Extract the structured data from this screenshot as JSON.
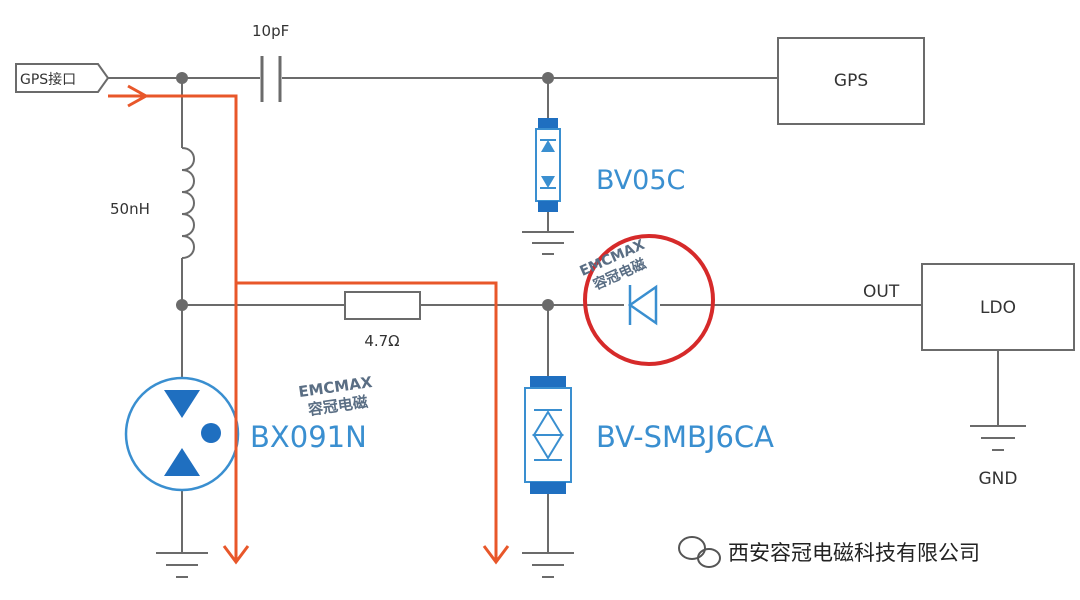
{
  "labels": {
    "gps_port": "GPS接口",
    "cap": "10pF",
    "gps_block": "GPS",
    "tvs1": "BV05C",
    "inductor": "50nH",
    "resistor": "4.7Ω",
    "out": "OUT",
    "ldo_block": "LDO",
    "gdt": "BX091N",
    "tvs2": "BV-SMBJ6CA",
    "gnd": "GND"
  },
  "watermarks": [
    {
      "line1": "EMCMAX",
      "line2": "容冠电磁"
    },
    {
      "line1": "EMCMAX",
      "line2": "容冠电磁"
    }
  ],
  "footer": {
    "company": "西安容冠电磁科技有限公司",
    "icon": "wechat-icon"
  },
  "colors": {
    "wire": "#6b6b6b",
    "surge_path": "#e8572a",
    "highlight_circle": "#d62a2a",
    "component_blue": "#3a8fd0",
    "package_blue": "#1f6fc0"
  }
}
